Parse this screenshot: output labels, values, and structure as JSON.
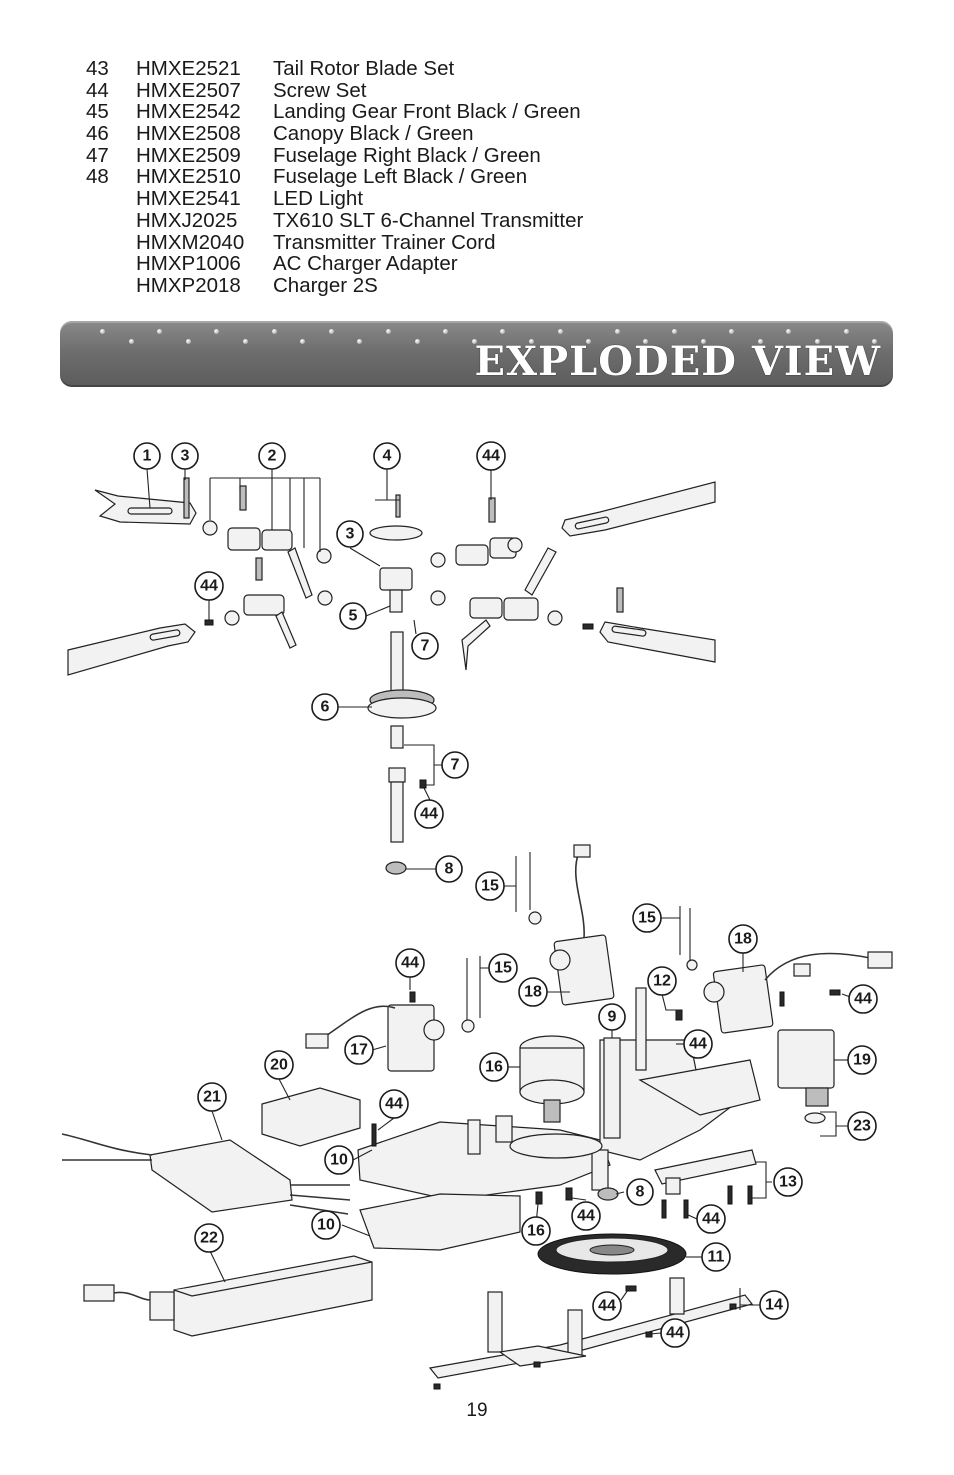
{
  "parts_list": [
    {
      "num": "43",
      "code": "HMXE2521",
      "desc": "Tail Rotor Blade Set"
    },
    {
      "num": "44",
      "code": "HMXE2507",
      "desc": "Screw Set"
    },
    {
      "num": "45",
      "code": "HMXE2542",
      "desc": "Landing Gear Front Black / Green"
    },
    {
      "num": "46",
      "code": "HMXE2508",
      "desc": "Canopy Black / Green"
    },
    {
      "num": "47",
      "code": "HMXE2509",
      "desc": "Fuselage Right Black / Green"
    },
    {
      "num": "48",
      "code": "HMXE2510",
      "desc": "Fuselage Left Black / Green"
    },
    {
      "num": "",
      "code": "HMXE2541",
      "desc": "LED Light"
    },
    {
      "num": "",
      "code": "HMXJ2025",
      "desc": "TX610 SLT 6-Channel Transmitter"
    },
    {
      "num": "",
      "code": "HMXM2040",
      "desc": "Transmitter Trainer Cord"
    },
    {
      "num": "",
      "code": "HMXP1006",
      "desc": "AC Charger Adapter"
    },
    {
      "num": "",
      "code": "HMXP2018",
      "desc": "Charger 2S"
    }
  ],
  "section_title": "Exploded View",
  "callouts": [
    "1",
    "3",
    "2",
    "4",
    "44",
    "3",
    "44",
    "5",
    "7",
    "6",
    "7",
    "44",
    "8",
    "15",
    "15",
    "18",
    "44",
    "15",
    "18",
    "12",
    "9",
    "44",
    "44",
    "17",
    "20",
    "16",
    "19",
    "21",
    "44",
    "23",
    "10",
    "13",
    "8",
    "10",
    "16",
    "44",
    "44",
    "22",
    "11",
    "44",
    "14",
    "44"
  ],
  "page_number": "19",
  "colors": {
    "banner": "#6e6e6e",
    "ink": "#1a1a1a"
  }
}
